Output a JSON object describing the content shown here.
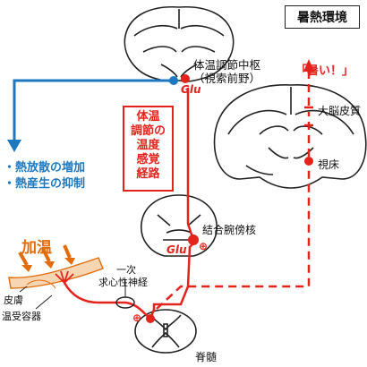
{
  "title": "暑熱環境",
  "center_label_line1": "体温調節中枢",
  "center_label_line2": "（視索前野）",
  "glu_top": "Glu",
  "glu_mid": "Glu",
  "pathway_label": [
    "体温",
    "調節の",
    "温度",
    "感覚",
    "経路"
  ],
  "hot_label": "「暑い！」",
  "cortex_label": "大脳皮質",
  "thalamus_label": "視床",
  "pbn_label": "結合腕傍核",
  "responses": [
    "・熱放散の増加",
    "・熱産生の抑制"
  ],
  "warming_label": "加温",
  "skin_label": "皮膚",
  "receptor_label": "温受容器",
  "afferent_label_line1": "一次",
  "afferent_label_line2": "求心性神経",
  "spinal_label": "脊髄",
  "plus_sign": "⊕",
  "colors": {
    "red": "#e4231c",
    "blue": "#1c78c0",
    "orange": "#e36c0a",
    "skin": "#f6d6b3"
  }
}
